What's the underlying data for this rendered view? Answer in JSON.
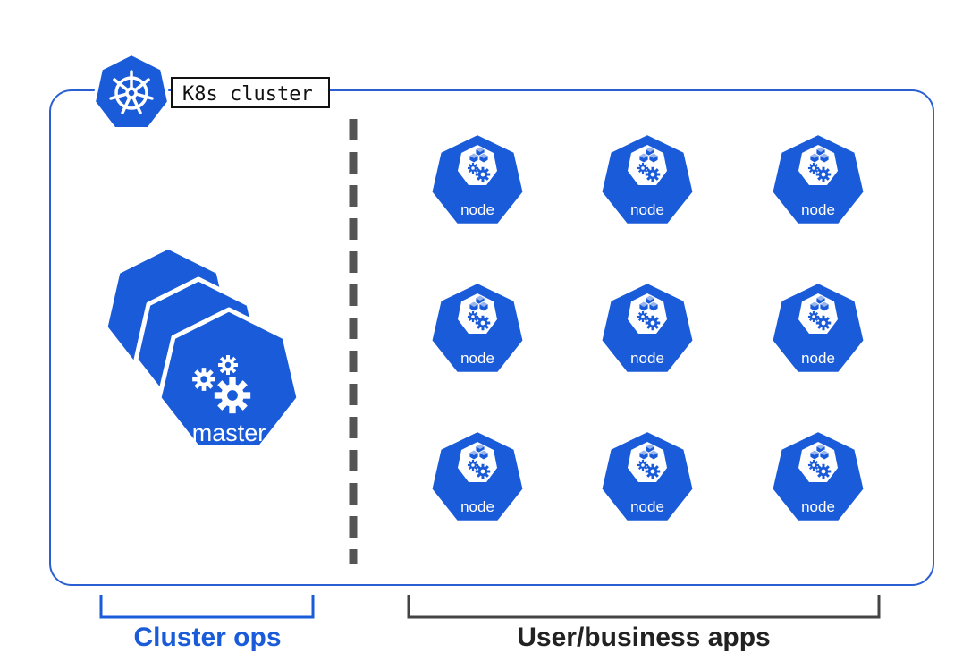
{
  "cluster": {
    "label": "K8s cluster"
  },
  "master": {
    "label": "master",
    "stack_count": 3
  },
  "nodes": {
    "rows": 3,
    "columns": 3,
    "label": "node"
  },
  "brackets": {
    "left_label": "Cluster ops",
    "right_label": "User/business apps"
  },
  "colors": {
    "k8s_blue": "#1a5bd9",
    "cluster_border": "#2a5fd3",
    "divider": "#555555",
    "ops_text": "#1a5bd9",
    "apps_text": "#222222"
  },
  "icons": {
    "cluster_badge": "helm-wheel-icon",
    "master_symbol": "gears-icon",
    "node_symbol": "cubes-gears-icon"
  }
}
